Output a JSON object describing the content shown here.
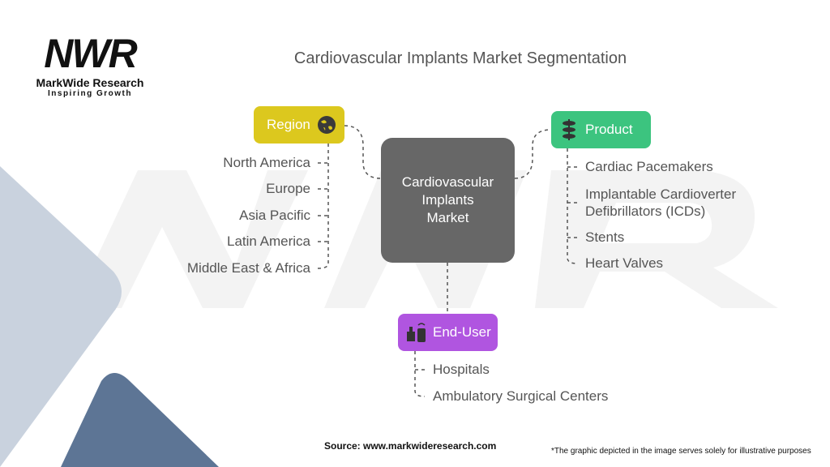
{
  "logo": {
    "mark": "NWR",
    "name": "MarkWide Research",
    "tagline": "Inspiring Growth"
  },
  "title": "Cardiovascular Implants Market Segmentation",
  "center": {
    "line1": "Cardiovascular",
    "line2": "Implants",
    "line3": "Market"
  },
  "region": {
    "label": "Region",
    "icon": "globe-icon",
    "color": "#dcc81e",
    "items": [
      "North America",
      "Europe",
      "Asia Pacific",
      "Latin America",
      "Middle East & Africa"
    ]
  },
  "product": {
    "label": "Product",
    "icon": "stack-icon",
    "color": "#3cc47f",
    "items": [
      "Cardiac Pacemakers",
      "Implantable Cardioverter",
      "Defibrillators (ICDs)",
      "Stents",
      "Heart Valves"
    ]
  },
  "enduser": {
    "label": "End-User",
    "icon": "medical-devices-icon",
    "color": "#b055e0",
    "items": [
      "Hospitals",
      "Ambulatory Surgical Centers"
    ]
  },
  "footer": {
    "source": "Source: www.markwideresearch.com",
    "note": "*The graphic depicted in the image serves solely for illustrative purposes"
  }
}
